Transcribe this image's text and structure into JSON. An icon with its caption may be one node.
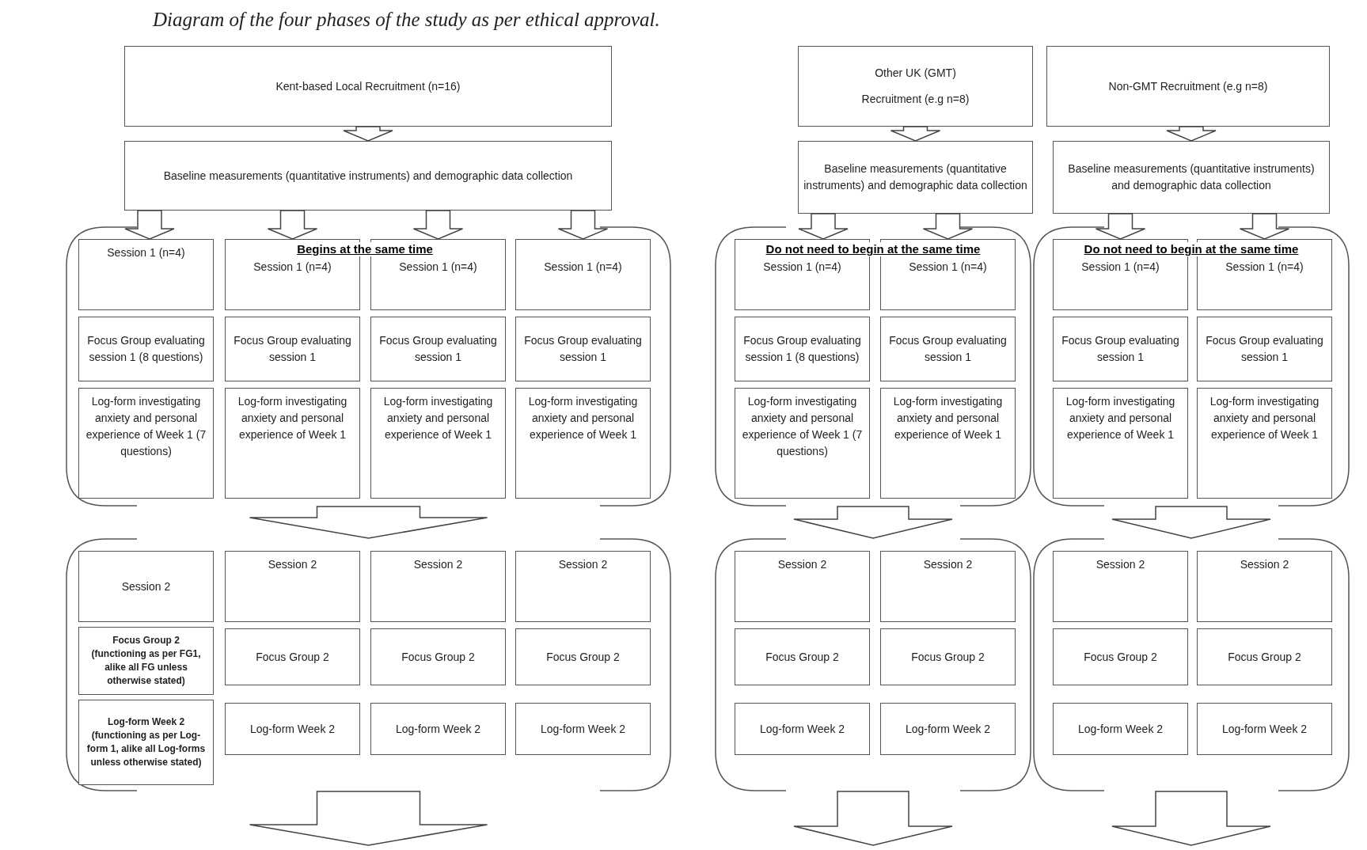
{
  "diagram": {
    "title": "Diagram of the four phases of the study as per ethical approval.",
    "nodes": [
      {
        "text": [
          "Kent-based Local Recruitment (n=16)"
        ]
      },
      {
        "text": [
          "Baseline measurements (quantitative instruments) and demographic data collection"
        ]
      },
      {
        "text": [
          "Other UK (GMT)",
          "Recruitment (e.g n=8)"
        ]
      },
      {
        "text": [
          "Non-GMT Recruitment (e.g n=8)"
        ]
      },
      {
        "text": [
          "Baseline measurements (quantitative instruments) and demographic data collection"
        ]
      },
      {
        "text": [
          "Baseline measurements (quantitative instruments) and demographic data collection"
        ]
      },
      {
        "text": [
          "Begins at the same time"
        ]
      },
      {
        "text": [
          "Session 1 (n=4)"
        ],
        "in": 6
      },
      {
        "text": [
          "Session 1 (n=4)"
        ],
        "in": 6
      },
      {
        "text": [
          "Session 1 (n=4)"
        ],
        "in": 6
      },
      {
        "text": [
          "Session 1 (n=4)"
        ],
        "in": 6
      },
      {
        "text": [
          "Focus Group evaluating session 1 (8 questions)"
        ],
        "in": 6
      },
      {
        "text": [
          "Focus Group evaluating session 1"
        ],
        "in": 6
      },
      {
        "text": [
          "Focus Group evaluating session 1"
        ],
        "in": 6
      },
      {
        "text": [
          "Focus Group evaluating session 1"
        ],
        "in": 6
      },
      {
        "text": [
          "Log-form investigating anxiety and personal experience of Week 1 (7 questions)"
        ],
        "in": 6
      },
      {
        "text": [
          "Log-form investigating anxiety and personal experience of Week 1"
        ],
        "in": 6
      },
      {
        "text": [
          "Log-form investigating anxiety and personal experience of Week 1"
        ],
        "in": 6
      },
      {
        "text": [
          "Log-form investigating anxiety and personal experience of Week 1"
        ],
        "in": 6
      },
      {
        "text": [
          "Do not need to begin at the same time"
        ]
      },
      {
        "text": [
          "Session 1 (n=4)"
        ],
        "in": 19
      },
      {
        "text": [
          "Session 1 (n=4)"
        ],
        "in": 19
      },
      {
        "text": [
          "Focus Group evaluating session 1 (8 questions)"
        ],
        "in": 19
      },
      {
        "text": [
          "Focus Group evaluating session 1"
        ],
        "in": 19
      },
      {
        "text": [
          "Log-form investigating anxiety and personal experience of Week 1 (7 questions)"
        ],
        "in": 19
      },
      {
        "text": [
          "Log-form investigating anxiety and personal experience of Week 1"
        ],
        "in": 19
      },
      {
        "text": [
          "Do not need to begin at the same time"
        ]
      },
      {
        "text": [
          "Session 1 (n=4)"
        ],
        "in": 26
      },
      {
        "text": [
          "Session 1 (n=4)"
        ],
        "in": 26
      },
      {
        "text": [
          "Focus Group evaluating session 1"
        ],
        "in": 26
      },
      {
        "text": [
          "Focus Group evaluating session 1"
        ],
        "in": 26
      },
      {
        "text": [
          "Log-form investigating anxiety and personal experience of Week 1"
        ],
        "in": 26
      },
      {
        "text": [
          "Log-form investigating anxiety and personal experience of Week 1"
        ],
        "in": 26
      },
      {
        "text": [],
        "shape": "bracket"
      },
      {
        "text": [
          "Session 2"
        ],
        "in": 33
      },
      {
        "text": [
          "Session 2"
        ],
        "in": 33
      },
      {
        "text": [
          "Session 2"
        ],
        "in": 33
      },
      {
        "text": [
          "Session 2"
        ],
        "in": 33
      },
      {
        "text": [
          "Focus Group 2 (functioning as per FG1, alike all FG unless otherwise stated)"
        ],
        "in": 33
      },
      {
        "text": [
          "Focus Group 2"
        ],
        "in": 33
      },
      {
        "text": [
          "Focus Group 2"
        ],
        "in": 33
      },
      {
        "text": [
          "Focus Group 2"
        ],
        "in": 33
      },
      {
        "text": [
          "Log-form Week 2 (functioning as per Log-form 1, alike all Log-forms unless otherwise stated)"
        ],
        "in": 33
      },
      {
        "text": [
          "Log-form Week 2"
        ],
        "in": 33
      },
      {
        "text": [
          "Log-form Week 2"
        ],
        "in": 33
      },
      {
        "text": [
          "Log-form Week 2"
        ],
        "in": 33
      },
      {
        "text": [],
        "shape": "bracket"
      },
      {
        "text": [
          "Session 2"
        ],
        "in": 46
      },
      {
        "text": [
          "Session 2"
        ],
        "in": 46
      },
      {
        "text": [
          "Focus Group 2"
        ],
        "in": 46
      },
      {
        "text": [
          "Focus Group 2"
        ],
        "in": 46
      },
      {
        "text": [
          "Log-form Week 2"
        ],
        "in": 46
      },
      {
        "text": [
          "Log-form Week 2"
        ],
        "in": 46
      },
      {
        "text": [],
        "shape": "bracket"
      },
      {
        "text": [
          "Session 2"
        ],
        "in": 53
      },
      {
        "text": [
          "Session 2"
        ],
        "in": 53
      },
      {
        "text": [
          "Focus Group 2"
        ],
        "in": 53
      },
      {
        "text": [
          "Focus Group 2"
        ],
        "in": 53
      },
      {
        "text": [
          "Log-form Week 2"
        ],
        "in": 53
      },
      {
        "text": [
          "Log-form Week 2"
        ],
        "in": 53
      }
    ],
    "edges": [
      {
        "from": 0,
        "to": 1,
        "arrow": "to"
      },
      {
        "from": 1,
        "to": 7,
        "arrow": "to"
      },
      {
        "from": 1,
        "to": 8,
        "arrow": "to"
      },
      {
        "from": 1,
        "to": 9,
        "arrow": "to"
      },
      {
        "from": 1,
        "to": 10,
        "arrow": "to"
      },
      {
        "from": 2,
        "to": 4,
        "arrow": "to"
      },
      {
        "from": 4,
        "to": 20,
        "arrow": "to"
      },
      {
        "from": 4,
        "to": 21,
        "arrow": "to"
      },
      {
        "from": 3,
        "to": 5,
        "arrow": "to"
      },
      {
        "from": 5,
        "to": 27,
        "arrow": "to"
      },
      {
        "from": 5,
        "to": 28,
        "arrow": "to"
      },
      {
        "from": 6,
        "to": 33,
        "arrow": "to"
      },
      {
        "from": 19,
        "to": 46,
        "arrow": "to"
      },
      {
        "from": 26,
        "to": 53,
        "arrow": "to"
      },
      {
        "from": 33,
        "to": null,
        "arrow": "to"
      },
      {
        "from": 46,
        "to": null,
        "arrow": "to"
      },
      {
        "from": 53,
        "to": null,
        "arrow": "to"
      }
    ]
  }
}
